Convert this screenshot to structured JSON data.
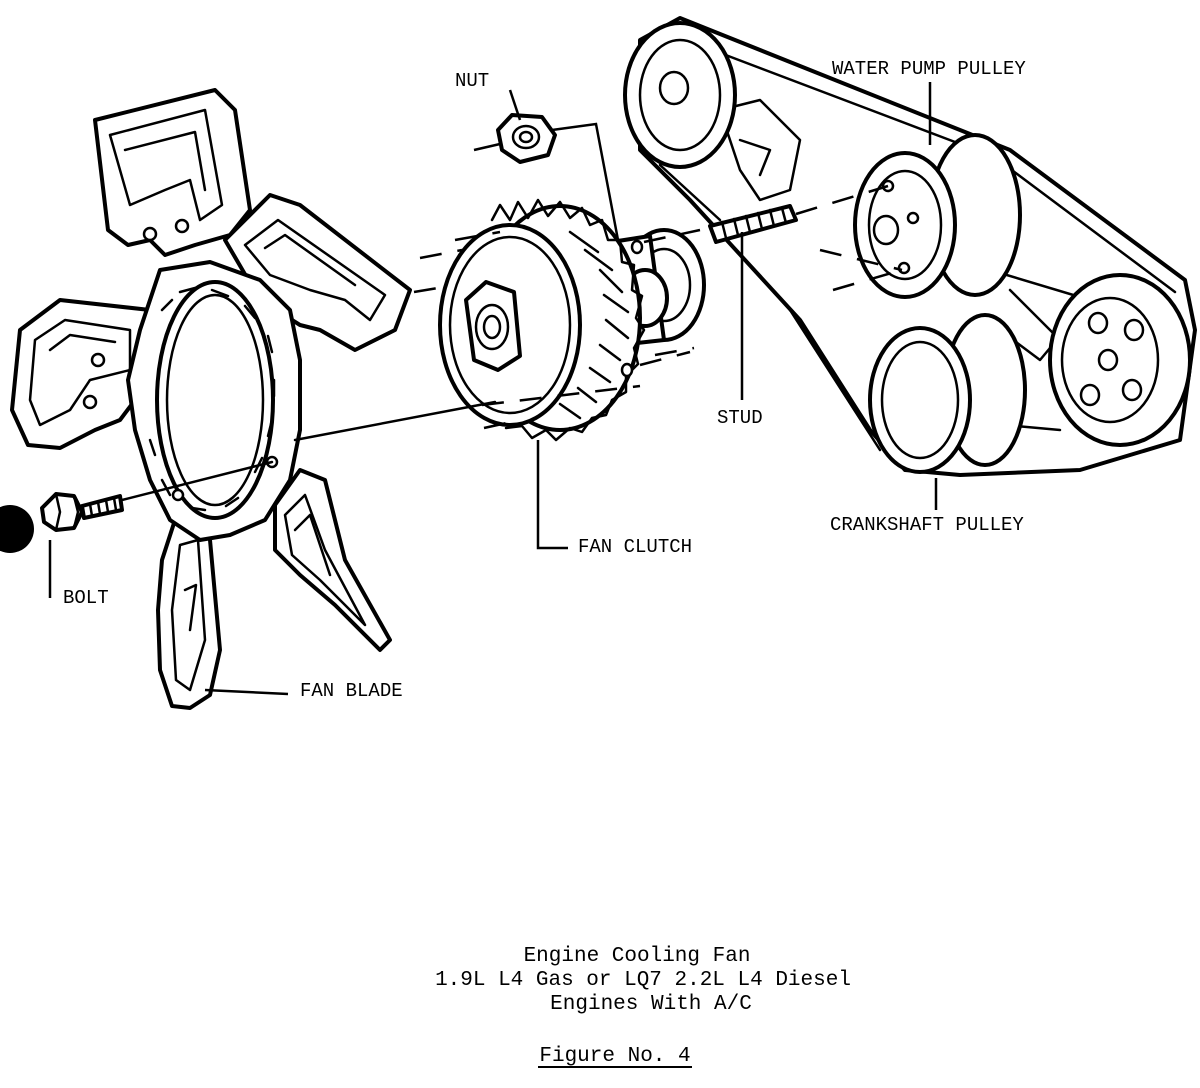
{
  "labels": {
    "nut": "NUT",
    "water_pump_pulley": "WATER PUMP PULLEY",
    "stud": "STUD",
    "crankshaft_pulley": "CRANKSHAFT PULLEY",
    "fan_clutch": "FAN CLUTCH",
    "bolt": "BOLT",
    "fan_blade": "FAN BLADE"
  },
  "caption": {
    "line1": "Engine Cooling Fan",
    "line2": "1.9L L4 Gas or LQ7 2.2L L4 Diesel",
    "line3": "Engines With A/C",
    "figure": "Figure No. 4"
  }
}
